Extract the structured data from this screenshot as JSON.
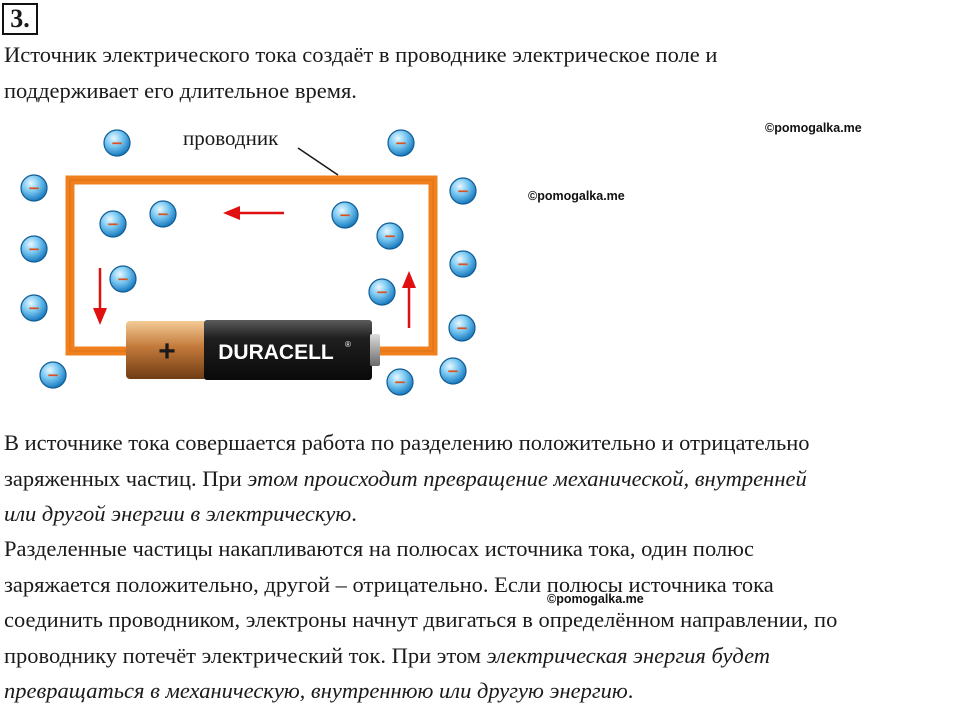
{
  "task_number": "3.",
  "intro": {
    "line1": "Источник электрического тока создаёт в проводнике электрическое поле и",
    "line2": "поддерживает его длительное время."
  },
  "figure": {
    "conductor_label": "проводник",
    "battery_plus": "+",
    "battery_brand": "DURACELL",
    "battery_mark": "®",
    "electron_sign": "−",
    "colors": {
      "wire": "#f0801e",
      "electron": "#2f9fe0",
      "electron_sign": "#d9531e",
      "arrow": "#e01010",
      "battery_body": "#232323",
      "battery_cap": "#c88844"
    }
  },
  "watermarks": {
    "w1": "©pomogalka.me",
    "w2": "©pomogalka.me",
    "w3": "©pomogalka.me"
  },
  "para2": {
    "line1": "В источнике тока совершается работа по разделению положительно и отрицательно",
    "line2_plain": "заряженных частиц. При ",
    "line2_italic": "этом происходит превращение механической, внутренней",
    "line3_italic": "или другой энергии в электрическую",
    "line3_end": "."
  },
  "para3": {
    "line1": "Разделенные частицы накапливаются на полюсах источника тока, один полюс",
    "line2": "заряжается положительно, другой – отрицательно. Если полюсы источника тока",
    "line3": "соединить проводником, электроны начнут двигаться в определённом направлении, по",
    "line4_plain": "проводнику потечёт электрический ток. При этом ",
    "line4_italic": "электрическая энергия будет",
    "line5_italic": "превращаться в механическую, внутреннюю или другую энергию",
    "line5_end": "."
  }
}
